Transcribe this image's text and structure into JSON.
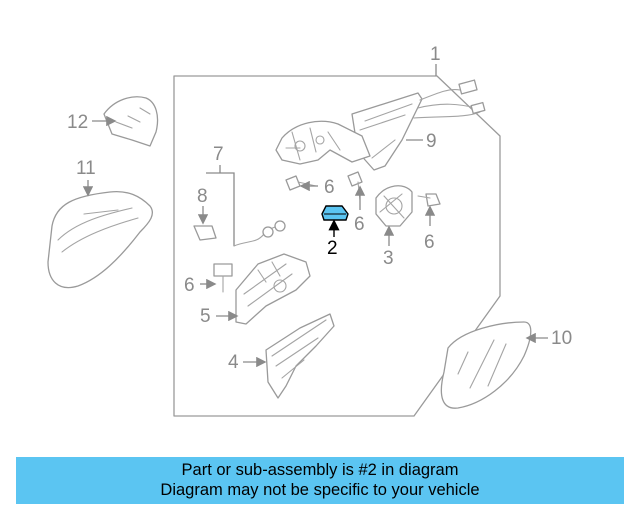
{
  "callouts": {
    "c1": "1",
    "c2": "2",
    "c3": "3",
    "c4": "4",
    "c5": "5",
    "c6a": "6",
    "c6b": "6",
    "c6c": "6",
    "c6d": "6",
    "c7": "7",
    "c8": "8",
    "c9": "9",
    "c10": "10",
    "c11": "11",
    "c12": "12"
  },
  "highlight": {
    "part_number": "2",
    "color": "#5bc5f2"
  },
  "banner": {
    "line1": "Part or sub-assembly is #2 in diagram",
    "line2": "Diagram may not be specific to your vehicle",
    "color": "#5bc5f2"
  }
}
